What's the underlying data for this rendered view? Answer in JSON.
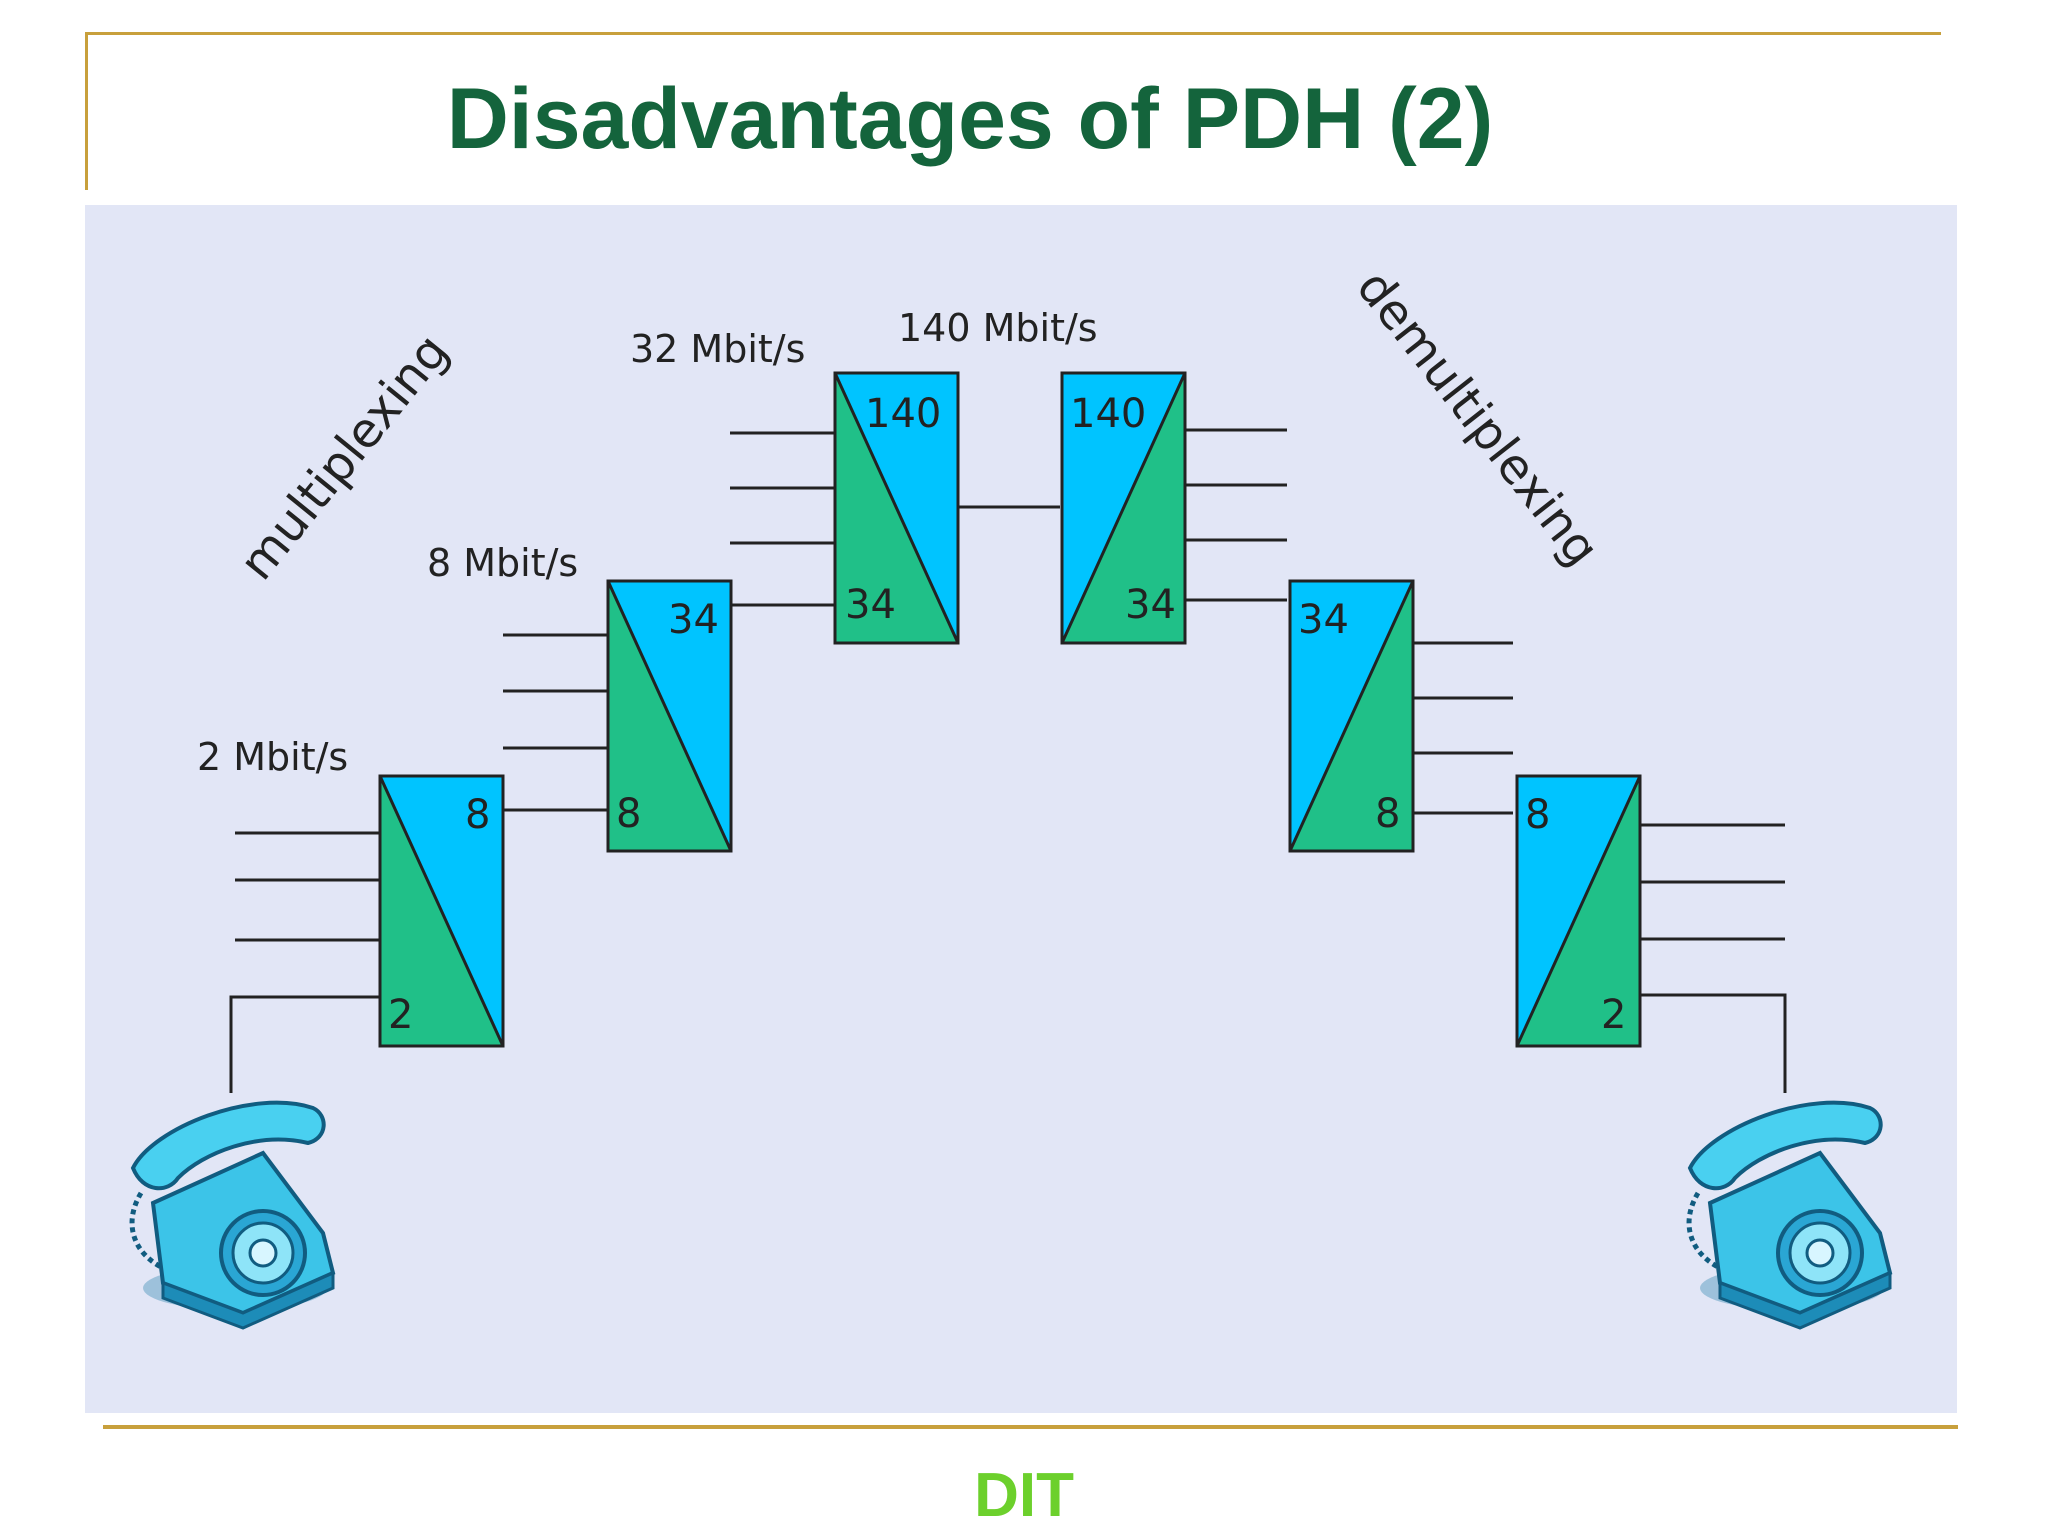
{
  "slide": {
    "title": "Disadvantages of PDH (2)",
    "footer": "DIT"
  },
  "diagram": {
    "labels": {
      "multiplexing": "multiplexing",
      "demultiplexing": "demultiplexing",
      "rate_2": "2 Mbit/s",
      "rate_8": "8 Mbit/s",
      "rate_32": "32 Mbit/s",
      "rate_140": "140 Mbit/s"
    },
    "mux_stages": [
      {
        "high": "8",
        "low": "2"
      },
      {
        "high": "34",
        "low": "8"
      },
      {
        "high": "140",
        "low": "34"
      }
    ],
    "demux_stages": [
      {
        "high": "140",
        "low": "34"
      },
      {
        "high": "34",
        "low": "8"
      },
      {
        "high": "8",
        "low": "2"
      }
    ],
    "colors": {
      "blue": "#00c4ff",
      "green": "#20c088",
      "title": "#14643c",
      "footer": "#6cd02c",
      "frame": "#c8a03c",
      "diagram_bg": "#e2e6f6"
    },
    "icons": [
      "telephone-icon",
      "telephone-icon"
    ]
  }
}
